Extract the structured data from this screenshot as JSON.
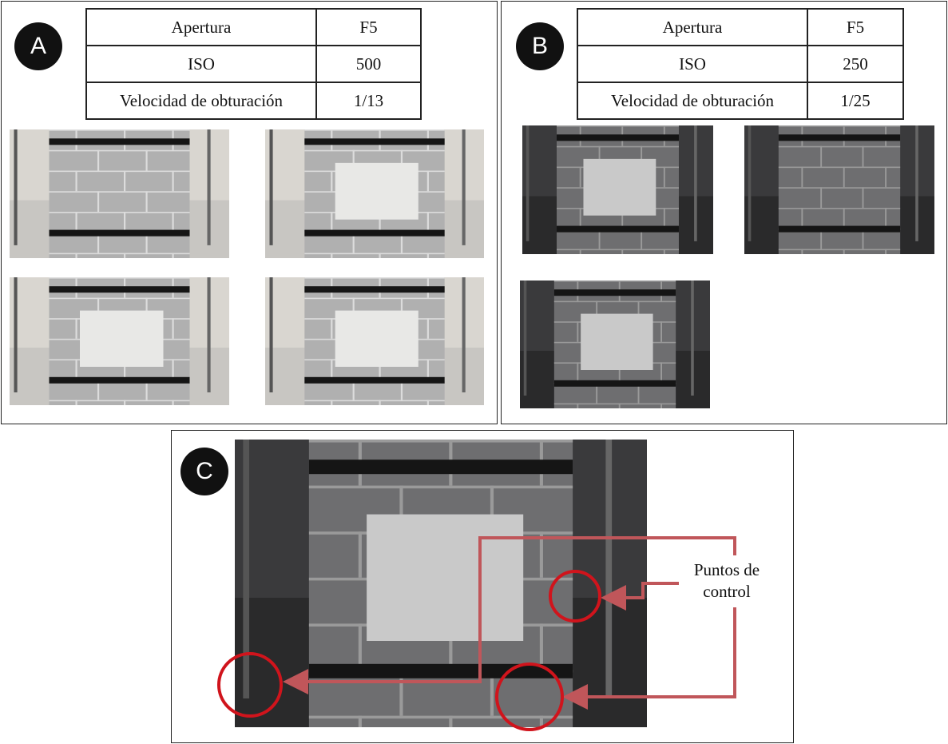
{
  "panels": {
    "a": {
      "badge": "A",
      "table": [
        [
          "Apertura",
          "F5"
        ],
        [
          "ISO",
          "500"
        ],
        [
          "Velocidad de obturación",
          "1/13"
        ]
      ]
    },
    "b": {
      "badge": "B",
      "table": [
        [
          "Apertura",
          "F5"
        ],
        [
          "ISO",
          "250"
        ],
        [
          "Velocidad de obturación",
          "1/25"
        ]
      ]
    },
    "c": {
      "badge": "C",
      "annotation": [
        "Puntos de",
        "control"
      ]
    }
  },
  "colors": {
    "annotation": "#c0565a",
    "circle": "#d0141c"
  }
}
